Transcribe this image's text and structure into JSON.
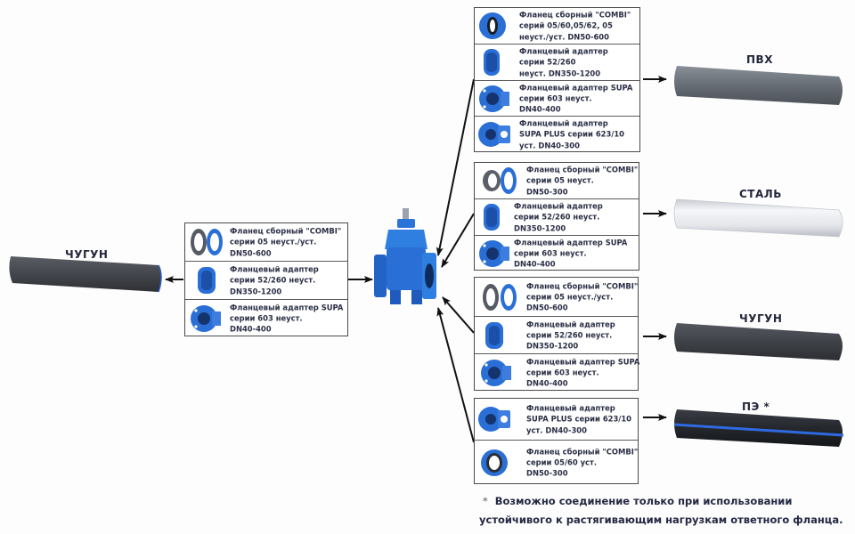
{
  "diagram": {
    "type": "connection-scheme",
    "center_item": {
      "name": "gate-valve",
      "icon": "gate-valve-icon"
    },
    "left_pipe": {
      "label": "ЧУГУН"
    },
    "left_group": {
      "rows": [
        {
          "icon": "combi-flange-icon",
          "lines": [
            "Фланец сборный \"COMBI\"",
            "серии 05 неуст./уст.",
            "DN50-600"
          ]
        },
        {
          "icon": "flange-adapter-icon",
          "lines": [
            "Фланцевый адаптер",
            "серии 52/260 неуст.",
            "DN350-1200"
          ]
        },
        {
          "icon": "supa-adapter-icon",
          "lines": [
            "Фланцевый адаптер SUPA",
            "серии 603 неуст.",
            "DN40-400"
          ]
        }
      ]
    },
    "right_groups": [
      {
        "pipe_label": "ПВХ",
        "pipe_style": "pvc",
        "rows": [
          {
            "icon": "combi-flange-icon",
            "lines": [
              "Фланец сборный \"COMBI\"",
              "серий 05/60,05/62, 05",
              "неуст./уст. DN50-600"
            ]
          },
          {
            "icon": "flange-adapter-icon",
            "lines": [
              "Фланцевый адаптер",
              "серии 52/260",
              "неуст. DN350-1200"
            ]
          },
          {
            "icon": "supa-adapter-icon",
            "lines": [
              "Фланцевый адаптер SUPA",
              "серии 603 неуст.",
              "DN40-400"
            ]
          },
          {
            "icon": "supa-plus-adapter-icon",
            "lines": [
              "Фланцевый адаптер",
              "SUPA PLUS  серии 623/10",
              "уст. DN40-300"
            ]
          }
        ]
      },
      {
        "pipe_label": "СТАЛЬ",
        "pipe_style": "steel",
        "rows": [
          {
            "icon": "combi-flange-icon",
            "lines": [
              "Фланец сборный \"COMBI\"",
              "серии 05 неуст.",
              "DN50-300"
            ]
          },
          {
            "icon": "flange-adapter-icon",
            "lines": [
              "Фланцевый адаптер",
              "серии 52/260 неуст.",
              "DN350-1200"
            ]
          },
          {
            "icon": "supa-adapter-icon",
            "lines": [
              "Фланцевый адаптер SUPA",
              "серии 603 неуст.",
              "DN40-400"
            ]
          }
        ]
      },
      {
        "pipe_label": "ЧУГУН",
        "pipe_style": "cast-iron",
        "rows": [
          {
            "icon": "combi-flange-icon",
            "lines": [
              "Фланец сборный \"COMBI\"",
              "серии 05 неуст./уст.",
              "DN50-600"
            ]
          },
          {
            "icon": "flange-adapter-icon",
            "lines": [
              "Фланцевый адаптер",
              "серии 52/260 неуст.",
              "DN350-1200"
            ]
          },
          {
            "icon": "supa-adapter-icon",
            "lines": [
              "Фланцевый адаптер SUPA",
              "серии 603 неуст.",
              "DN40-400"
            ]
          }
        ]
      },
      {
        "pipe_label": "ПЭ  *",
        "pipe_style": "pe",
        "rows": [
          {
            "icon": "supa-plus-adapter-icon",
            "lines": [
              "Фланцевый адаптер",
              "SUPA PLUS серии 623/10",
              "уст. DN40-300"
            ]
          },
          {
            "icon": "combi-flange-icon",
            "lines": [
              "Фланец сборный \"COMBI\"",
              "серии 05/60 уст.",
              "DN50-300"
            ]
          }
        ]
      }
    ],
    "footnote": {
      "marker": "*",
      "line1": "Возможно соединение только при использовании",
      "line2": "устойчивого к растягивающим нагрузкам ответного фланца."
    },
    "colors": {
      "accent_blue": "#2a6fd6",
      "text": "#2b2f45",
      "pipe_dark": "#3c3f46",
      "pipe_pvc": "#6a7078",
      "pipe_steel": "#e4e6ea",
      "pe_stripe": "#2f6ae0"
    }
  }
}
